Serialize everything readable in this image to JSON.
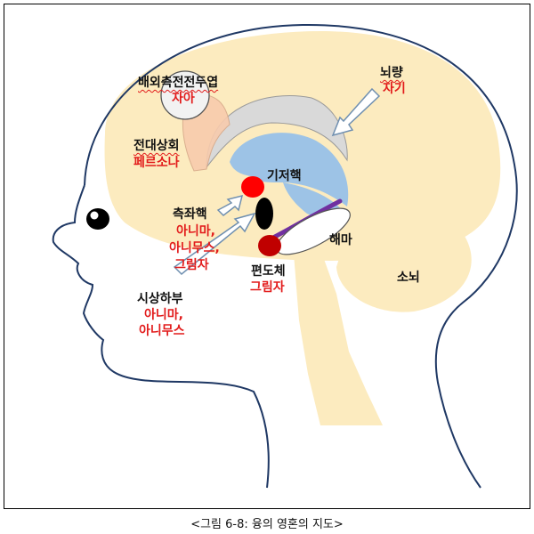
{
  "colors": {
    "brain": "#fcebbf",
    "outline": "#1f3864",
    "ganglia": "#9dc3e6",
    "cingulate": "#d9d9d9",
    "prefrontal": "#f8cbad",
    "nucleus": "#ff0000",
    "amygdala": "#c00000",
    "hypothalamus": "#000000",
    "hippocampus": "#ffffff",
    "tract": "#7030a0",
    "label_black": "#111111",
    "label_red": "#e21b1b"
  },
  "labels": {
    "prefrontal": {
      "name": "배외측전전두엽",
      "archetype": "자아"
    },
    "corpus_callosum": {
      "name": "뇌량",
      "archetype": "자기"
    },
    "cingulate": {
      "name": "전대상회",
      "archetype": "페르소나"
    },
    "basal_ganglia": {
      "name": "기저핵"
    },
    "accumbens": {
      "name": "측좌핵",
      "archetype_1": "아니마,",
      "archetype_2": "아니무스,",
      "archetype_3": "그림자"
    },
    "hippocampus": {
      "name": "해마"
    },
    "amygdala": {
      "name": "편도체",
      "archetype": "그림자"
    },
    "cerebellum": {
      "name": "소뇌"
    },
    "hypothalamus": {
      "name": "시상하부",
      "archetype_1": "아니마,",
      "archetype_2": "아니무스"
    }
  },
  "caption": "<그림 6-8: 융의 영혼의 지도>"
}
